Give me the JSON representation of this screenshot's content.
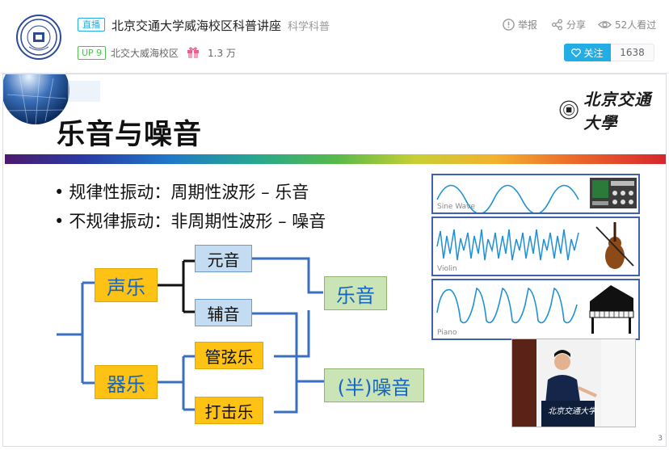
{
  "header": {
    "live_badge": "直播",
    "room_title": "北京交通大学威海校区科普讲座",
    "category": "科学科普",
    "up_badge": "UP 9",
    "streamer_name": "北交大威海校区",
    "gift_count": "1.3 万",
    "report_label": "举报",
    "share_label": "分享",
    "viewers_label": "52人看过",
    "follow_label": "关注",
    "follow_count": "1638"
  },
  "slide": {
    "title": "乐音与噪音",
    "university_name": "北京交通大學",
    "bullets": [
      "规律性振动：周期性波形 – 乐音",
      "不规律振动：非周期性波形 – 噪音"
    ],
    "diagram": {
      "vocal": "声乐",
      "instrumental": "器乐",
      "vowel": "元音",
      "consonant": "辅音",
      "strings": "管弦乐",
      "percussion": "打击乐",
      "musical_tone": "乐音",
      "noise": "(半)噪音"
    },
    "waves": [
      {
        "label": "Sine Wave",
        "icon": "equalizer-icon"
      },
      {
        "label": "Violin",
        "icon": "violin-icon"
      },
      {
        "label": "Piano",
        "icon": "piano-icon"
      }
    ],
    "podium_text": "北京交通大学",
    "page_number": "3"
  },
  "colors": {
    "accent": "#23ade5",
    "up_green": "#4fc14f",
    "box_orange": "#fdc214",
    "box_blue": "#c4dcf2",
    "box_green": "#cbe4b6",
    "diagram_line": "#3a6fc0",
    "wave_line": "#1f8fd6"
  }
}
